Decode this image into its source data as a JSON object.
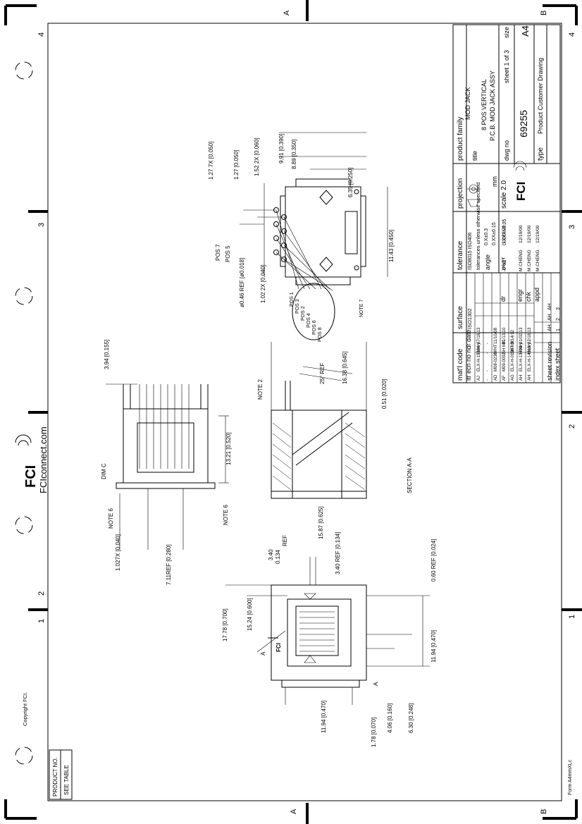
{
  "frame": {
    "zone_letter_top_a": "A",
    "zone_letter_top_b": "B",
    "zone_letter_bottom_a": "A",
    "zone_letter_bottom_b": "B",
    "zone_num_left_4": "4",
    "zone_num_left_3": "3",
    "zone_num_left_2": "2",
    "zone_num_left_1": "1",
    "zone_num_right_4": "4",
    "zone_num_right_3": "3",
    "zone_num_right_2": "2",
    "zone_num_right_1": "1",
    "copyright": "Copyright FCI.",
    "form": "Form A4mmXLc",
    "website": "FCIconnect.com",
    "logo": "FCI"
  },
  "product_box": {
    "label": "PRODUCT NO.",
    "value": "SEE TABLE"
  },
  "title_block": {
    "matl_code_label": "mat'l code",
    "surface_label": "surface",
    "surface_value": "ISO1302",
    "tolerance_label": "tolerance",
    "tolerance_value": "ISO8015  ISO406",
    "projection_label": "projection",
    "product_family_label": "product family",
    "product_family_value": "MOD JACK",
    "title_label": "title",
    "title_line1": "8 POS VERTICAL",
    "title_line2": "P.C.B. MOD JACK ASSY",
    "dwg_no_label": "dwg no",
    "dwg_no_value": "69255",
    "sheet_label": "sheet 1 of 3",
    "size_label": "size",
    "size_value": "A4",
    "type_label": "type",
    "type_value": "Product Customer Drawing",
    "tolerances_unless": "tolerances unless otherwise specified",
    "units": "mm",
    "angle_label": "angle",
    "tol_0x": "0.X±0.3",
    "tol_0xx": "0.XX±0.15",
    "tol_0xxx": "0.XXX±0.05",
    "tol_angle": "0°±2°",
    "scale_label": "scale 2.0",
    "itr_header": [
      "itr",
      "ecn no",
      "ndr",
      "date"
    ],
    "revisions": [
      [
        "AJ",
        "ELX-H-15334",
        "Henry",
        "07/18/13"
      ],
      [
        "-",
        "-",
        "-",
        "-"
      ],
      [
        "AD",
        "M08-0236",
        "WHT",
        "11/10/08"
      ],
      [
        "AF",
        "M09-0092",
        "SH MK",
        "01/13/10"
      ],
      [
        "AG",
        "ELX-H-01067",
        "SH MK",
        "3/14/12"
      ],
      [
        "AH",
        "ELX-H-13799",
        "Henry",
        "01/02/13"
      ],
      [
        "AH",
        "ELX-H-14010",
        "Henry",
        "02/18/13"
      ]
    ],
    "approvals": [
      [
        "dr",
        "JANET",
        "12/22/00"
      ],
      [
        "engr",
        "M.CHENG",
        "12/19/00"
      ],
      [
        "chk",
        "M.CHENG",
        "12/19/00"
      ],
      [
        "appd",
        "M.CHENG",
        "12/19/00"
      ]
    ],
    "sheet_rev_label": "sheet revision",
    "sheet_rev_values": [
      "AH",
      "AH",
      "AH"
    ],
    "index_label": "index sheet",
    "index_values": [
      "1",
      "2",
      "3"
    ]
  },
  "dimensions": {
    "d1": "1.27  7X [0.050]",
    "d2": "1.27 [0.050]",
    "d3": "1.52  2X [0.060]",
    "d4": "9.91 [0.390]",
    "d5": "8.89 [0.350]",
    "d6": "6.35 [0.250]",
    "d7": "11.43 [0.450]",
    "d8": "POS 7",
    "d9": "POS 5",
    "d10": "ø0.46 REF [ø0.018]",
    "d11": "1.02  2X [0.040]",
    "pos_list": [
      "POS 1",
      "POS 3",
      "POS 2",
      "POS 4",
      "POS 6",
      "POS 8"
    ],
    "note7": "NOTE 7",
    "d12": "3.94 [0.155]",
    "d13": "DIM C",
    "d14": "13.21 [0.520]",
    "d15": "NOTE 6",
    "d16": "NOTE 6",
    "d17": "1.027X [0.040]",
    "d18": "7.11REF [0.280]",
    "d19": "16.38 [0.645]",
    "d20": "NOTE 2",
    "d21": "25° REF",
    "d22": "0.51 [0.020]",
    "d23": "15.87 [0.625]",
    "section_label": "SECTION A-A",
    "d24": "3.40",
    "d25": "0.134",
    "d26": "REF",
    "d27": "3.40 REF [0.134]",
    "d28": "0.60 REF [0.024]",
    "d29": "17.78 [0.700]",
    "d30": "15.24 [0.600]",
    "d31": "11.94 [0.470]",
    "d32": "A",
    "d33": "A",
    "d34": "11.94 [0.470]",
    "d35": "1.78 [0.070]",
    "d36": "4.06 [0.160]",
    "d37": "6.30 [0.248]"
  }
}
